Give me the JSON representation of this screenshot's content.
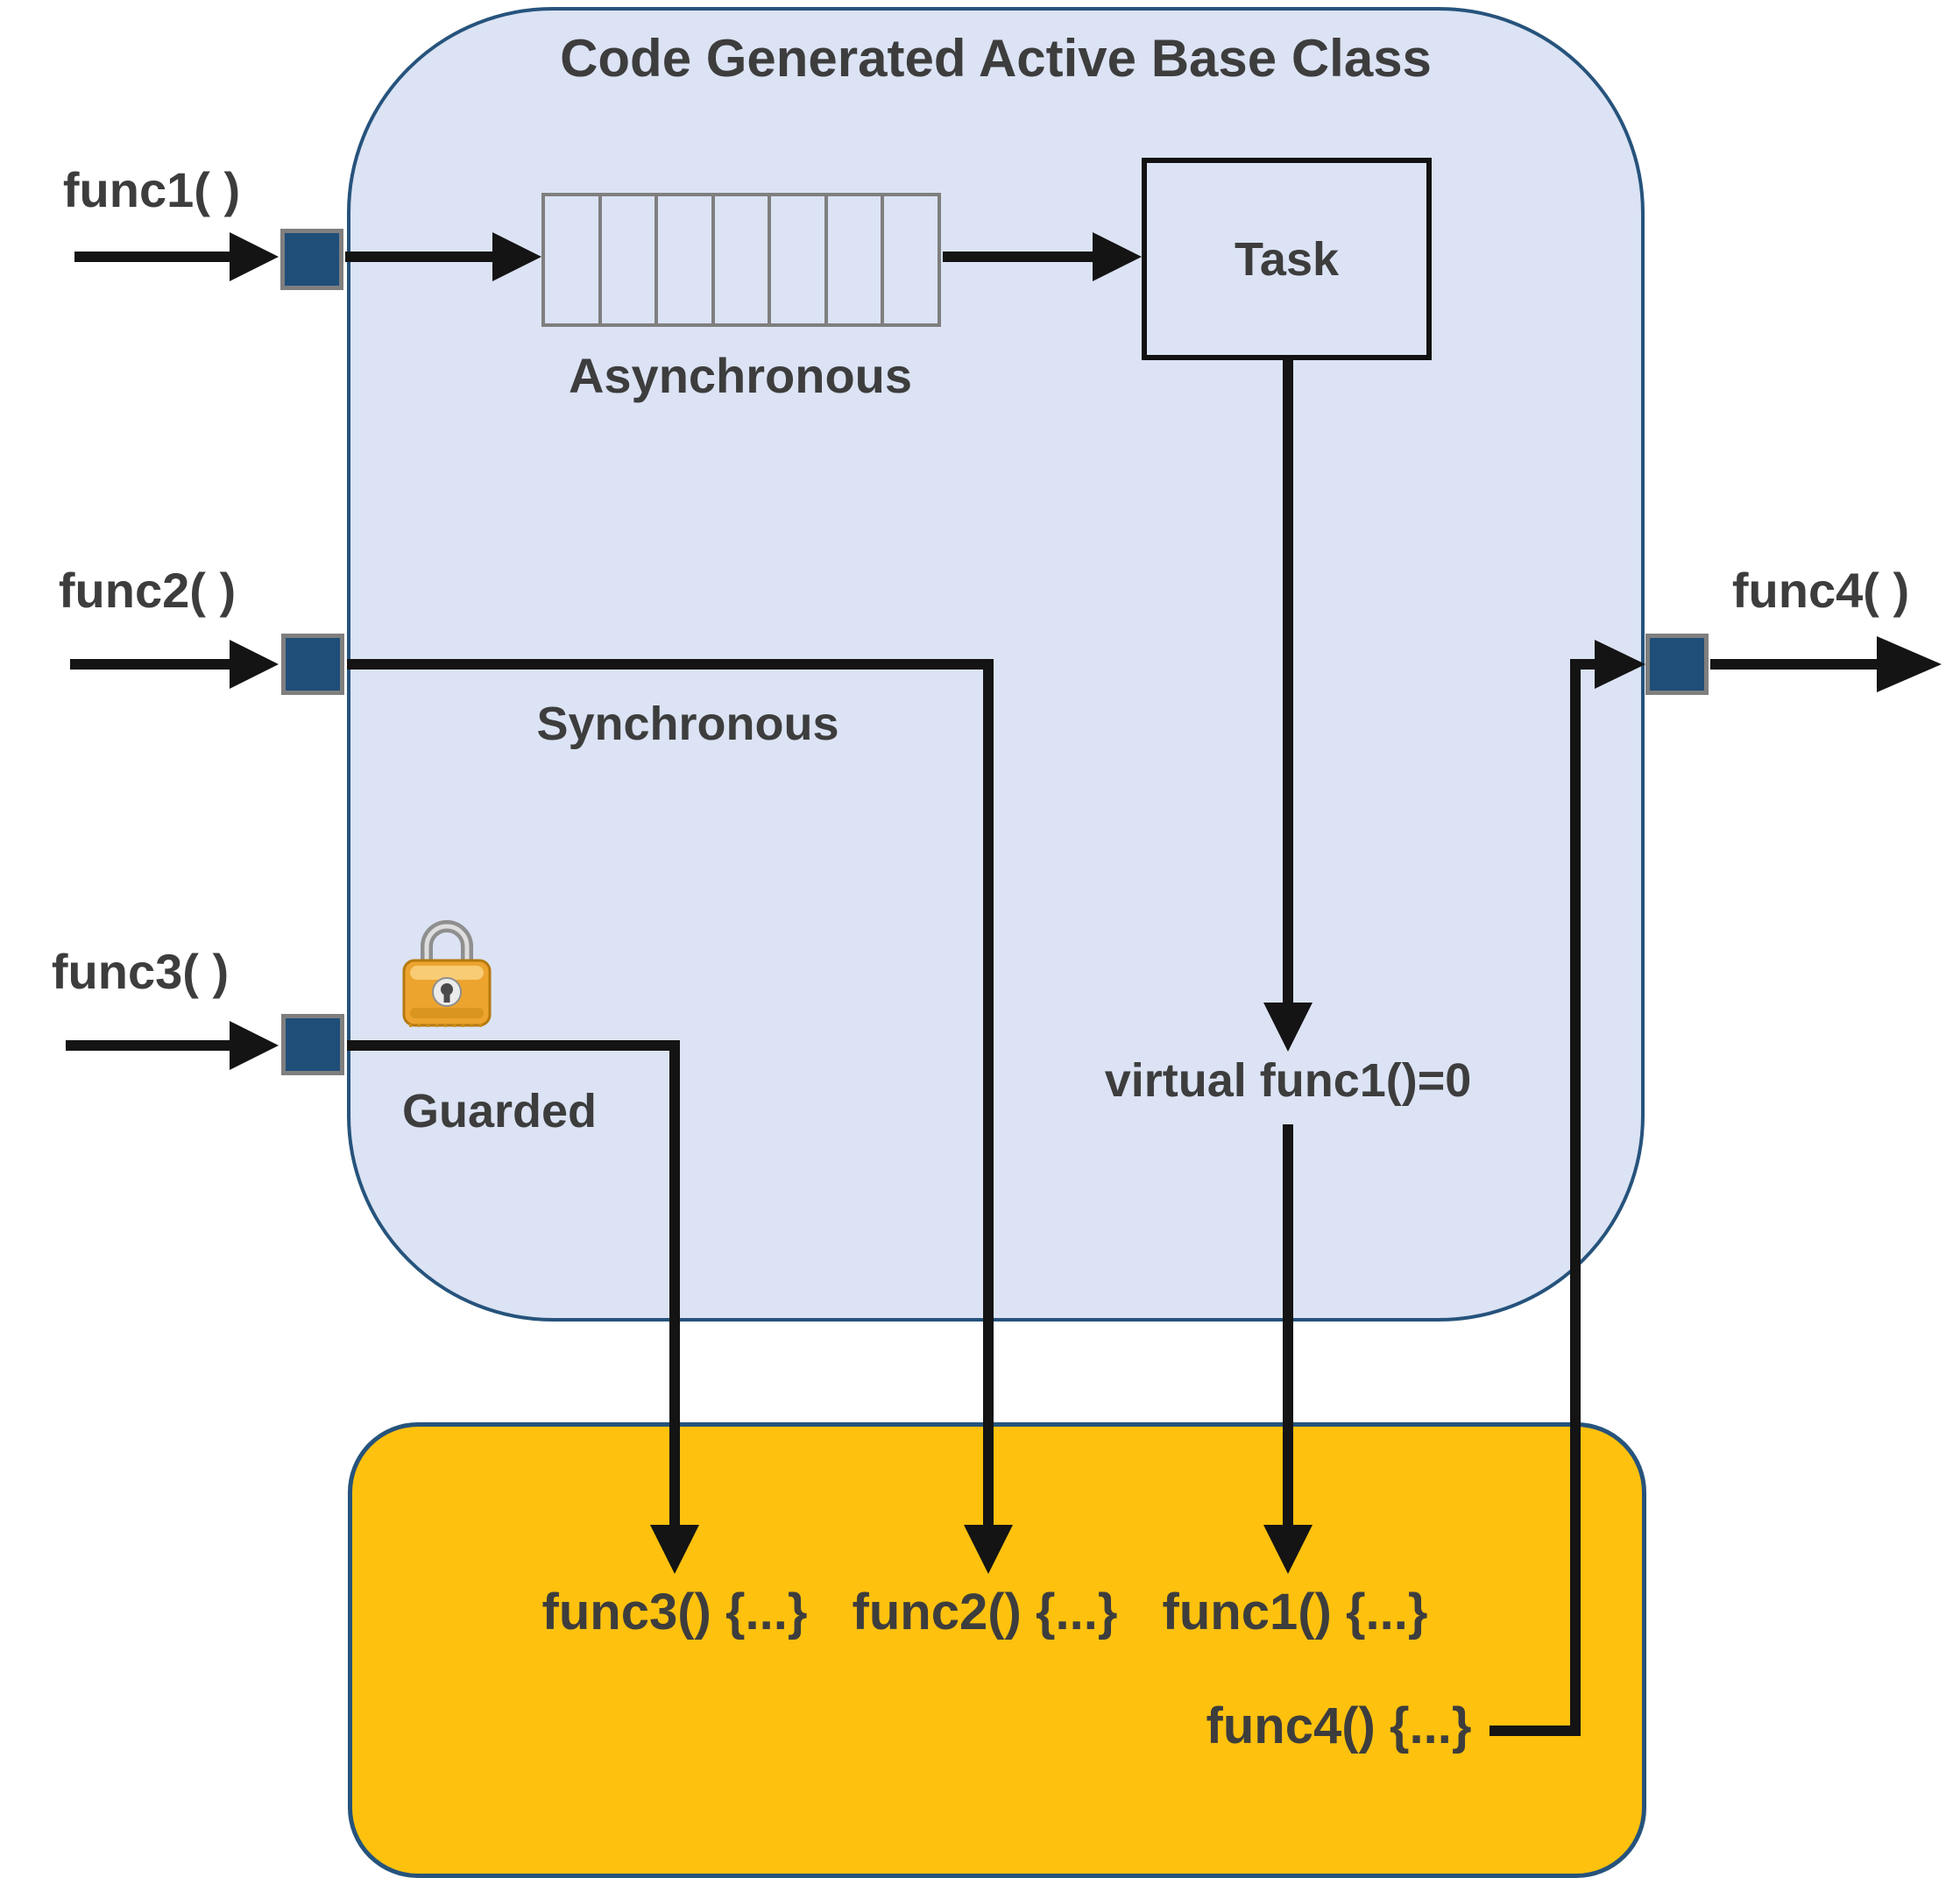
{
  "diagram": {
    "title": "Code Generated Active Base Class",
    "task_label": "Task",
    "asynchronous_label": "Asynchronous",
    "synchronous_label": "Synchronous",
    "guarded_label": "Guarded",
    "virtual_label": "virtual func1()=0",
    "inputs": [
      {
        "label": "func1( )"
      },
      {
        "label": "func2( )"
      },
      {
        "label": "func3( )"
      }
    ],
    "output_label": "func4( )",
    "implementations": [
      "func3() {...}",
      "func2() {...}",
      "func1() {...}"
    ],
    "func4_implementation": "func4() {...}",
    "queue": {
      "cells": 7
    },
    "icons": {
      "lock": "padlock-icon"
    },
    "colors": {
      "blue-fill": "#dbe3f4",
      "blue-border": "#26537c",
      "orange-fill": "#fec10e",
      "port-fill": "#1f4e79",
      "port-border": "#7f7f7f",
      "queue-border": "#7f7f7f",
      "task-border": "#121212",
      "line": "#141414",
      "text": "#3d3d3d",
      "lock-gold": "#eca42f",
      "lock-silver": "#8f8f8f"
    }
  }
}
